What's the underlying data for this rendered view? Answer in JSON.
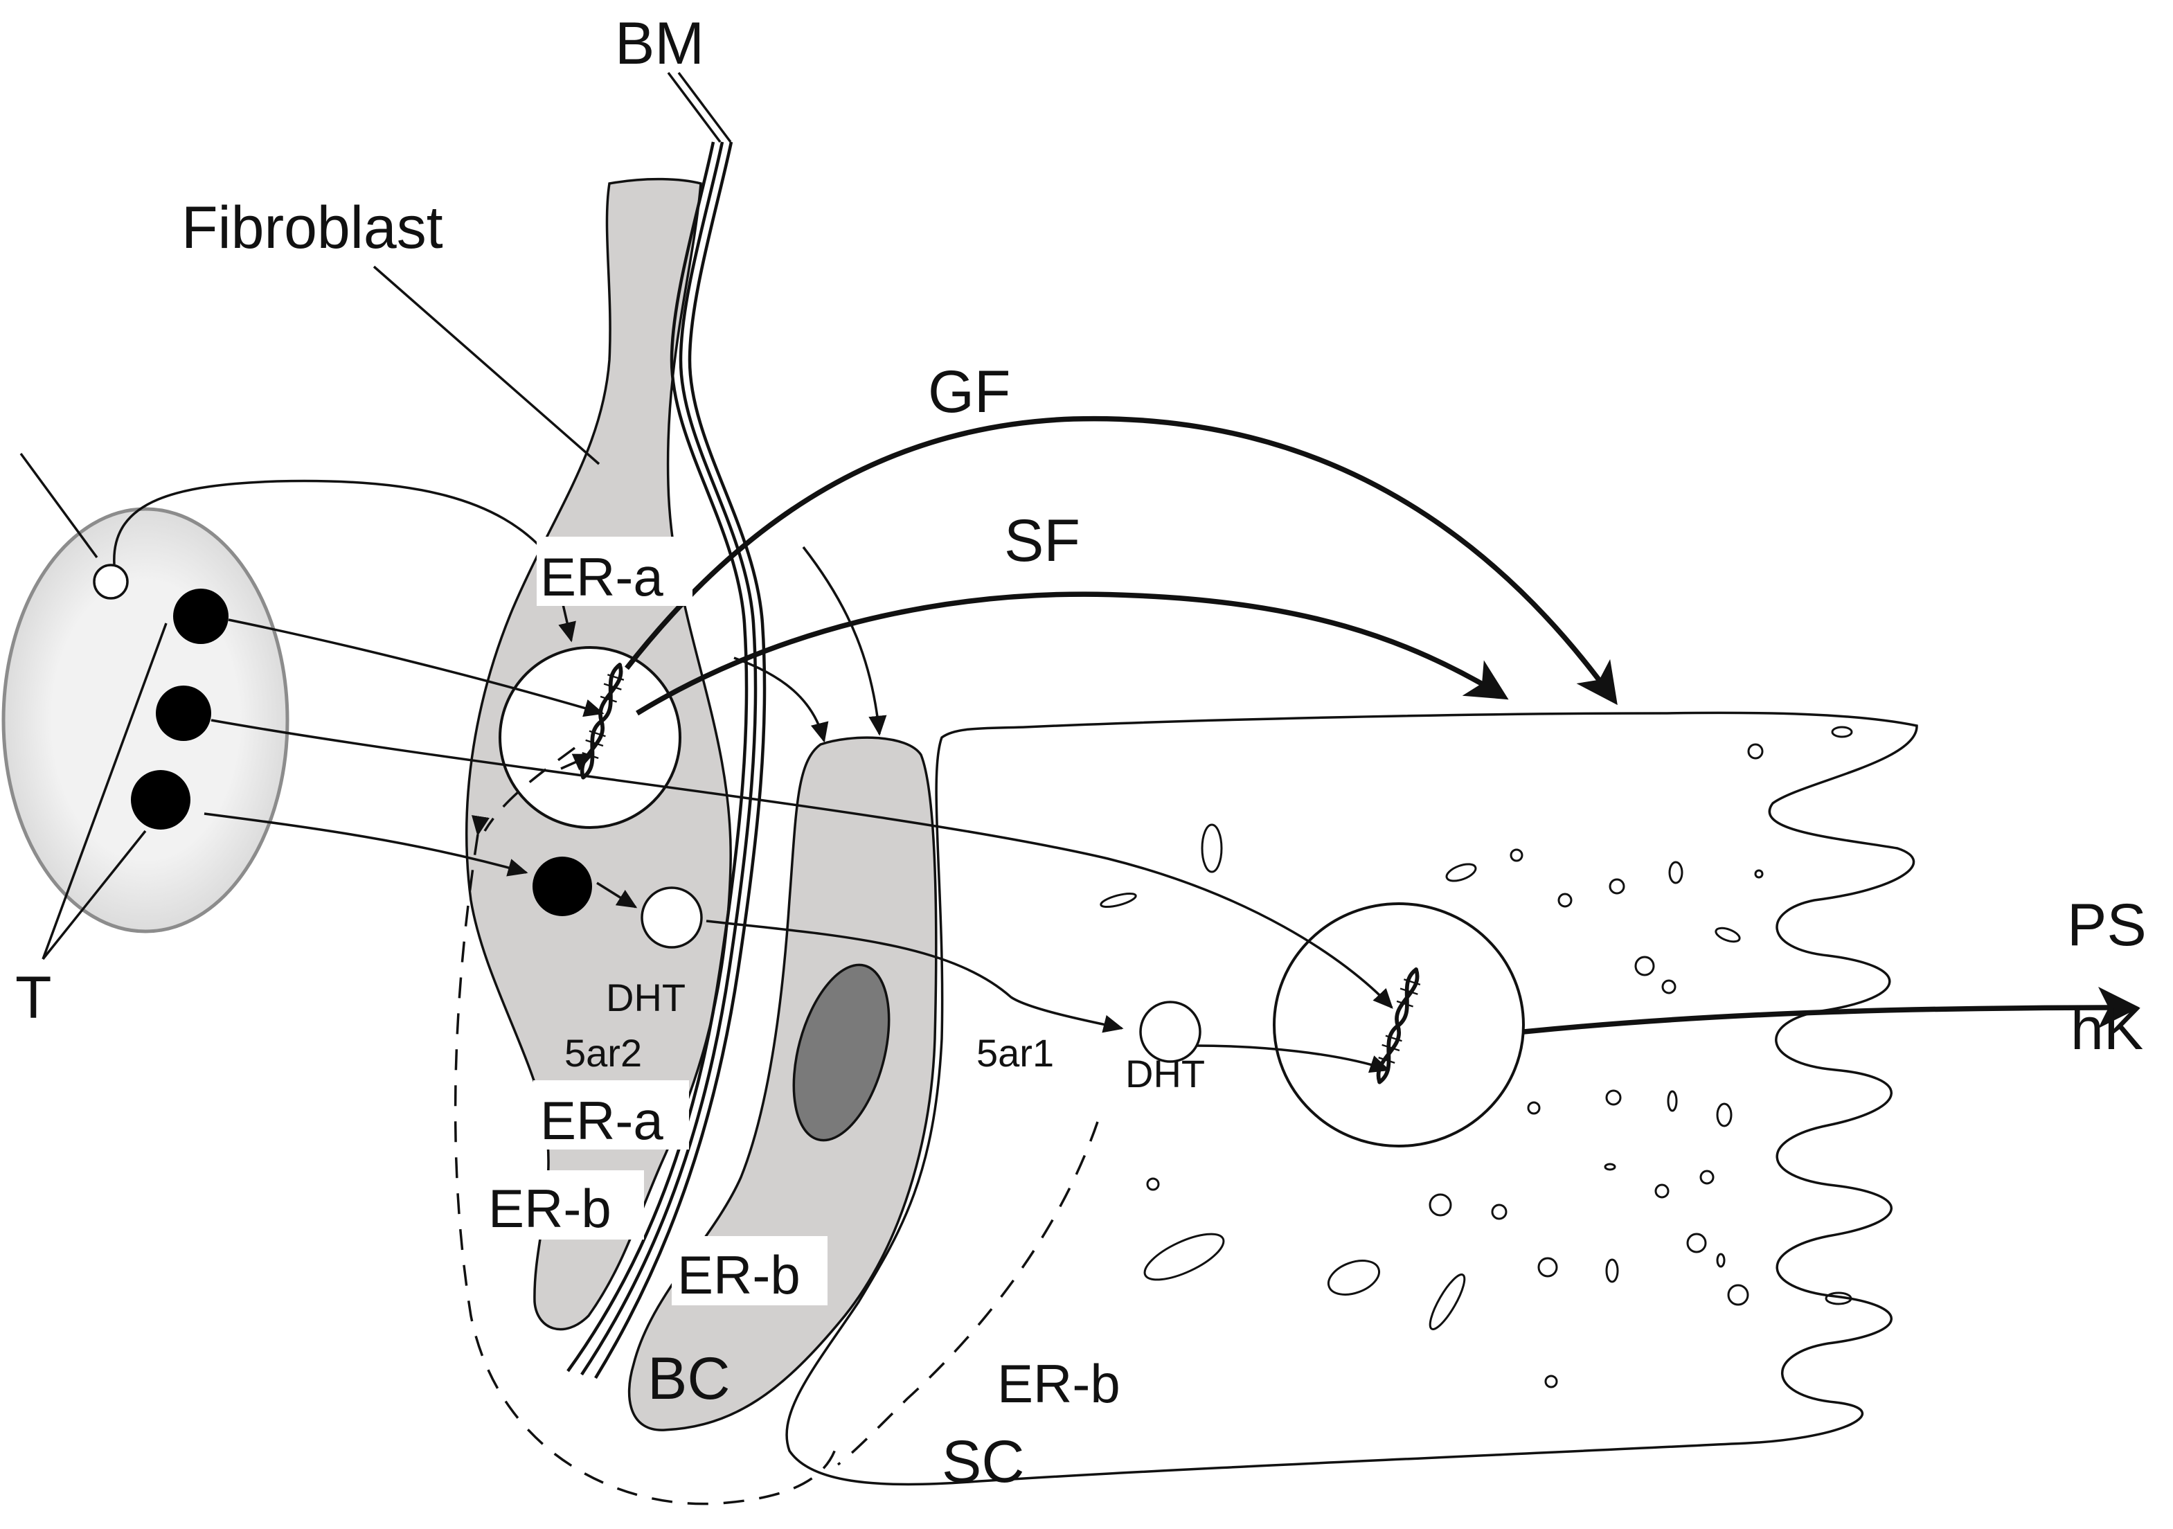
{
  "labels": {
    "bm": "BM",
    "fibroblast": "Fibroblast",
    "gf": "GF",
    "sf": "SF",
    "er_a_top": "ER-a",
    "t": "T",
    "dht_fibroblast": "DHT",
    "ar2": "5ar2",
    "er_a_bottom": "ER-a",
    "er_b_fibroblast": "ER-b",
    "er_b_bc": "ER-b",
    "bc": "BC",
    "ar1": "5ar1",
    "dht_epithelium": "DHT",
    "er_b_sc": "ER-b",
    "sc": "SC",
    "ps": "PS",
    "hk": "hK"
  },
  "colors": {
    "stroke": "#111111",
    "stroma_fill": "#d2d0cf",
    "nucleus_dark": "#7a7a7a",
    "capsule_fill": "#e8e8e8",
    "capsule_stroke": "#8c8c8c",
    "molecule_filled": "#000000",
    "molecule_open": "#ffffff"
  },
  "icons": {
    "molecule_filled": "testosterone-molecule-icon",
    "molecule_open": "dht-molecule-icon",
    "dna": "dna-helix-icon"
  }
}
